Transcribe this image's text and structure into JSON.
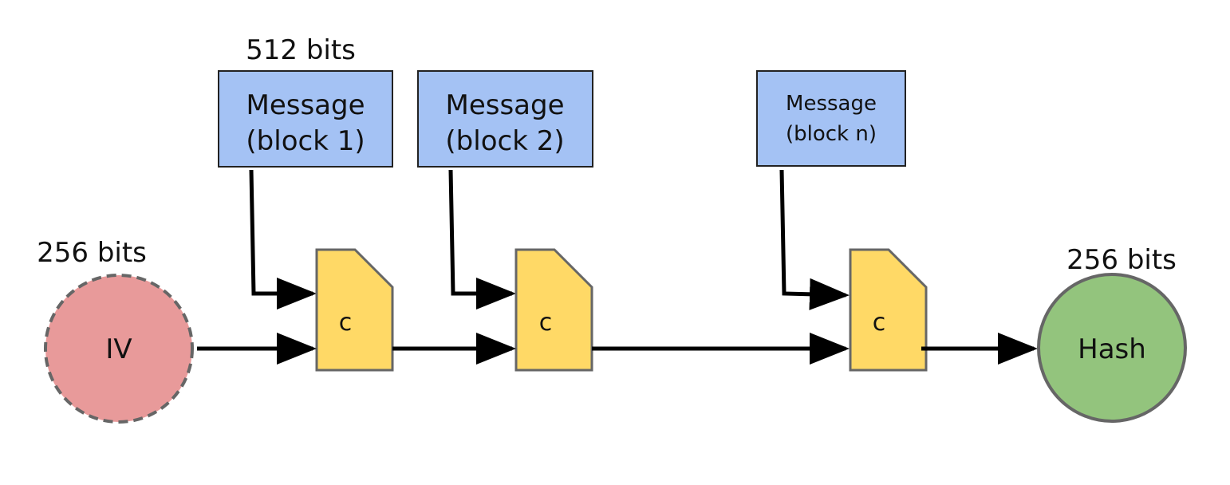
{
  "nodes": {
    "iv": {
      "label": "IV",
      "size_label": "256 bits",
      "fill": "#E89A9A",
      "stroke": "#666666",
      "border_style": "dashed"
    },
    "hash": {
      "label": "Hash",
      "size_label": "256 bits",
      "fill": "#93C47D",
      "stroke": "#666666"
    },
    "message_blocks": [
      {
        "line1": "Message",
        "line2": "(block 1)",
        "size_label": "512 bits"
      },
      {
        "line1": "Message",
        "line2": "(block 2)"
      },
      {
        "line1": "Message",
        "line2": "(block n)"
      }
    ],
    "compression": [
      {
        "label": "c"
      },
      {
        "label": "c"
      },
      {
        "label": "c"
      }
    ]
  },
  "colors": {
    "message_fill": "#A4C2F4",
    "message_stroke": "#222222",
    "compression_fill": "#FFD966",
    "compression_stroke": "#666666",
    "arrow": "#000000"
  }
}
